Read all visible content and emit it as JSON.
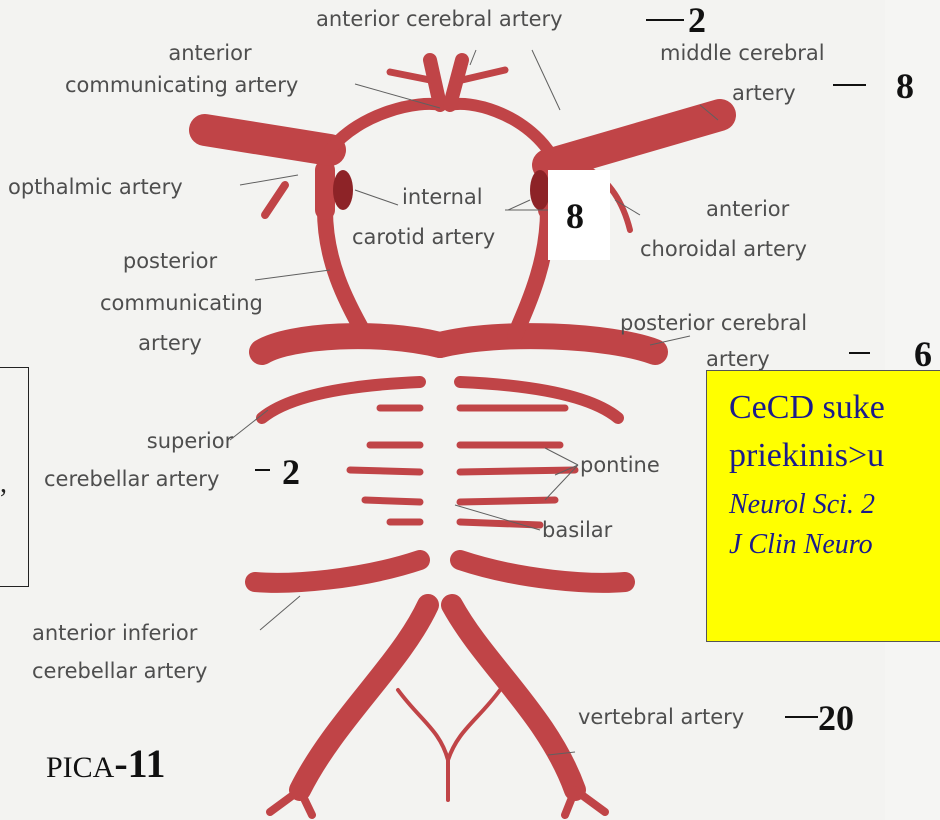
{
  "labels": {
    "aca": "anterior cerebral artery",
    "acom1": "anterior",
    "acom2": "communicating artery",
    "mca1": "middle cerebral",
    "mca2": "artery",
    "ophthalmic": "opthalmic artery",
    "ica1": "internal",
    "ica2": "carotid artery",
    "achoroid1": "anterior",
    "achoroid2": "choroidal artery",
    "pcom1": "posterior",
    "pcom2": "communicating",
    "pcom3": "artery",
    "pca1": "posterior cerebral",
    "pca2": "artery",
    "sca1": "superior",
    "sca2": "cerebellar artery",
    "pontine": "pontine",
    "basilar": "basilar",
    "aica1": "anterior inferior",
    "aica2": "cerebellar artery",
    "vertebral": "vertebral artery"
  },
  "counts": {
    "aca": "2",
    "mca": "8",
    "ica": "8",
    "pca": "6",
    "sca": "2",
    "vertebral": "20",
    "pica_label": "PICA",
    "pica_value": "-11"
  },
  "note": {
    "line1": "CeCD suke",
    "line2": "priekinis>u",
    "line3": "Neurol Sci. 2",
    "line4": "J Clin Neuro"
  },
  "colors": {
    "artery": "#c04447",
    "artery_dark": "#9e2e32",
    "highlight": "#ffff00"
  }
}
